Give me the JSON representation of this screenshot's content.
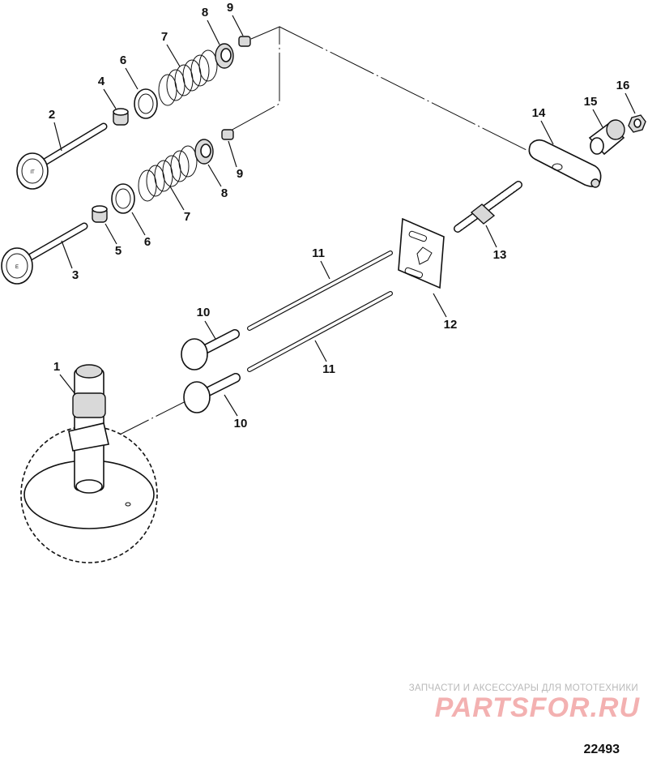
{
  "callouts": {
    "c1": "1",
    "c2": "2",
    "c3": "3",
    "c4": "4",
    "c5": "5",
    "c6a": "6",
    "c6b": "6",
    "c7a": "7",
    "c7b": "7",
    "c8a": "8",
    "c8b": "8",
    "c9a": "9",
    "c9b": "9",
    "c10a": "10",
    "c10b": "10",
    "c11a": "11",
    "c11b": "11",
    "c12": "12",
    "c13": "13",
    "c14": "14",
    "c15": "15",
    "c16": "16"
  },
  "valve_marks": {
    "intake": "IT",
    "exhaust": "E"
  },
  "watermark": {
    "caption": "ЗАПЧАСТИ И АКСЕССУАРЫ ДЛЯ МОТОТЕХНИКИ",
    "logo": "PARTSFOR.RU"
  },
  "figure_number": "22493",
  "colors": {
    "line": "#111111",
    "watermark_logo": "#f3b1b1",
    "watermark_text": "#b9b9b9"
  }
}
